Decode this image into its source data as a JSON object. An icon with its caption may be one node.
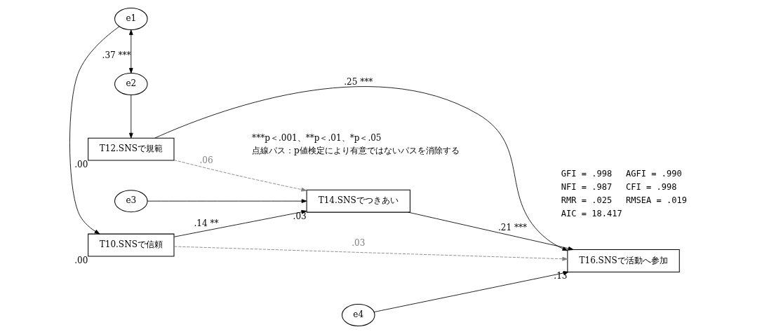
{
  "diagram": {
    "nodes": [
      {
        "text": [
          "e1"
        ]
      },
      {
        "text": [
          "T10.SNSで信頼"
        ],
        "beside": [
          ".00"
        ]
      },
      {
        "text": [
          "e3"
        ]
      },
      {
        "text": [
          "T14.SNSでつきあい"
        ],
        "beside": [
          ".03"
        ]
      },
      {
        "text": [
          "e4"
        ]
      },
      {
        "text": [
          "T16.SNSで活動へ参加"
        ],
        "beside": [
          ".13"
        ]
      },
      {
        "text": [
          "T12.SNSで規範"
        ],
        "beside": [
          ".00"
        ]
      },
      {
        "text": [
          "e2"
        ]
      }
    ],
    "edges": [
      {
        "from": 0,
        "to": 1,
        "arrow": "to"
      },
      {
        "from": 7,
        "to": 6,
        "arrow": "to"
      },
      {
        "from": 2,
        "to": 3,
        "arrow": "to"
      },
      {
        "from": 4,
        "to": 5,
        "arrow": "to"
      },
      {
        "from": 1,
        "to": 3,
        "arrow": "to",
        "label": ".14 **"
      },
      {
        "from": 1,
        "to": 5,
        "arrow": "to",
        "label": ".03",
        "style": "dashed",
        "color": "#808080"
      },
      {
        "from": 6,
        "to": 3,
        "arrow": "to",
        "label": ".06",
        "style": "dashed",
        "color": "#808080"
      },
      {
        "from": 3,
        "to": 5,
        "arrow": "to",
        "label": ".21 ***"
      },
      {
        "from": 6,
        "to": 5,
        "arrow": "to",
        "label": ".25 ***"
      },
      {
        "from": 0,
        "to": 7,
        "arrow": "both",
        "label": ".37 ***"
      }
    ],
    "labels": [
      "***p＜.001、**p＜.01、*p＜.05",
      "点線パス：p値検定により有意ではないパスを消除する",
      "GFI = .998",
      "AGFI = .990",
      "NFI = .987",
      "CFI = .998",
      "RMR = .025",
      "RMSEA = .019",
      "AIC = 18.417"
    ]
  }
}
